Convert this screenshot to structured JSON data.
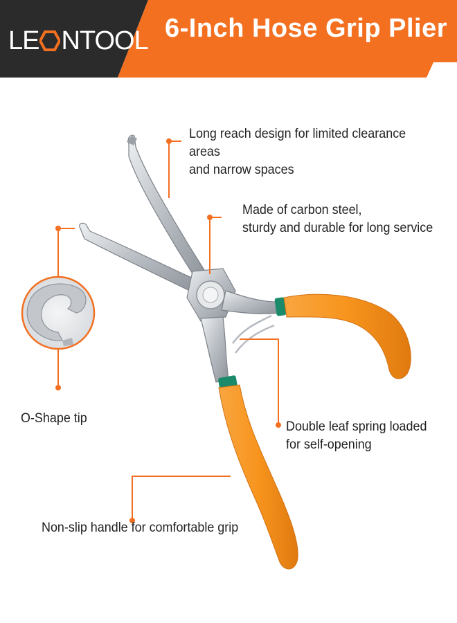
{
  "brand": {
    "name_part1": "LE",
    "name_part2": "NTOOL"
  },
  "header": {
    "title": "6-Inch Hose Grip Plier"
  },
  "callouts": {
    "long_reach": [
      "Long reach design for limited clearance areas",
      "and narrow spaces"
    ],
    "carbon_steel": [
      "Made of carbon steel,",
      "sturdy and durable for long service"
    ],
    "o_shape": "O-Shape tip",
    "spring": [
      "Double leaf spring loaded",
      "for self-opening"
    ],
    "handle": "Non-slip handle for comfortable grip"
  },
  "colors": {
    "accent_orange": "#f37021",
    "banner_dark": "#2b2b2b",
    "handle_orange": "#f7941d",
    "grip_green": "#1a8a6a",
    "steel": "#c9cdd2"
  }
}
